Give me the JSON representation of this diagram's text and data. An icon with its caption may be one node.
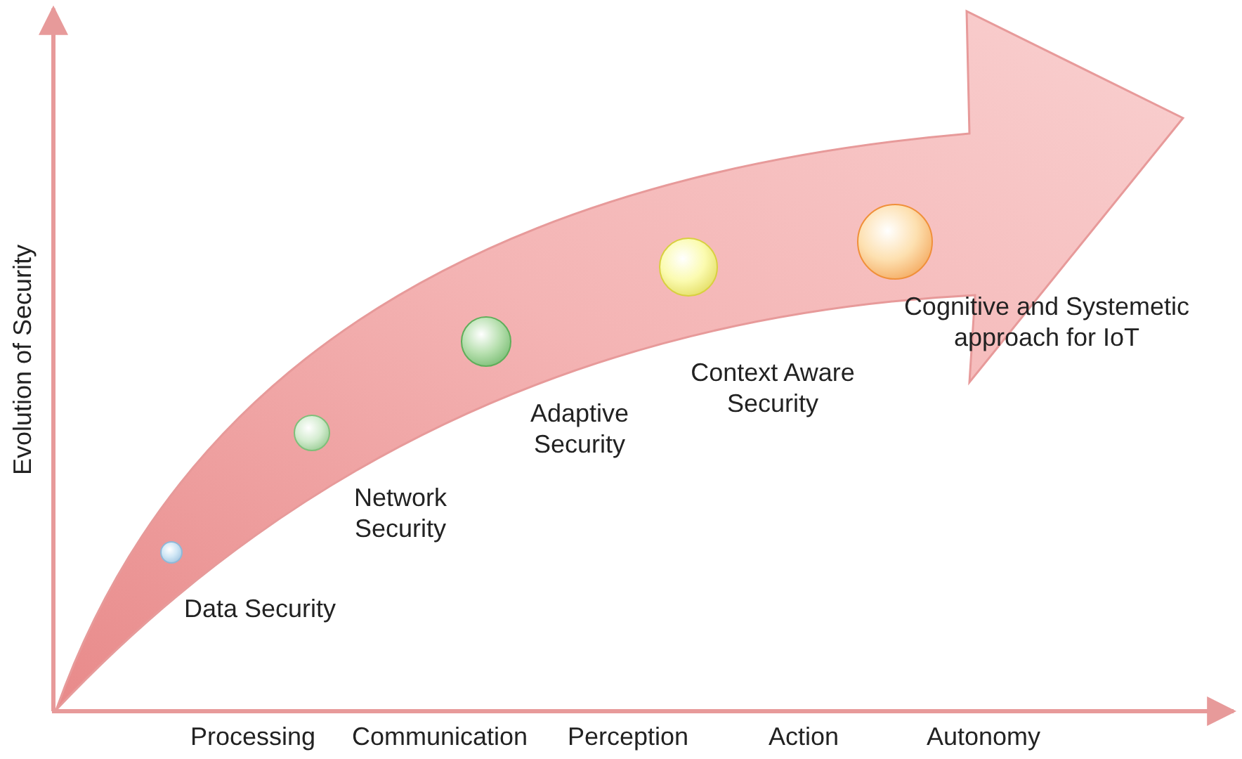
{
  "diagram": {
    "nodes": [
      {
        "text": [],
        "shape": "circle",
        "beside": [
          "Data Security"
        ]
      },
      {
        "text": [],
        "shape": "circle",
        "beside": [
          "Network Security"
        ]
      },
      {
        "text": [],
        "shape": "circle",
        "beside": [
          "Adaptive Security"
        ]
      },
      {
        "text": [],
        "shape": "circle",
        "beside": [
          "Context Aware Security"
        ]
      },
      {
        "text": [],
        "shape": "circle",
        "beside": [
          "Cognitive and Systemetic approach for IoT"
        ]
      }
    ],
    "labels": [
      "Evolution of Security",
      "Processing",
      "Communication",
      "Perception",
      "Action",
      "Autonomy"
    ]
  }
}
